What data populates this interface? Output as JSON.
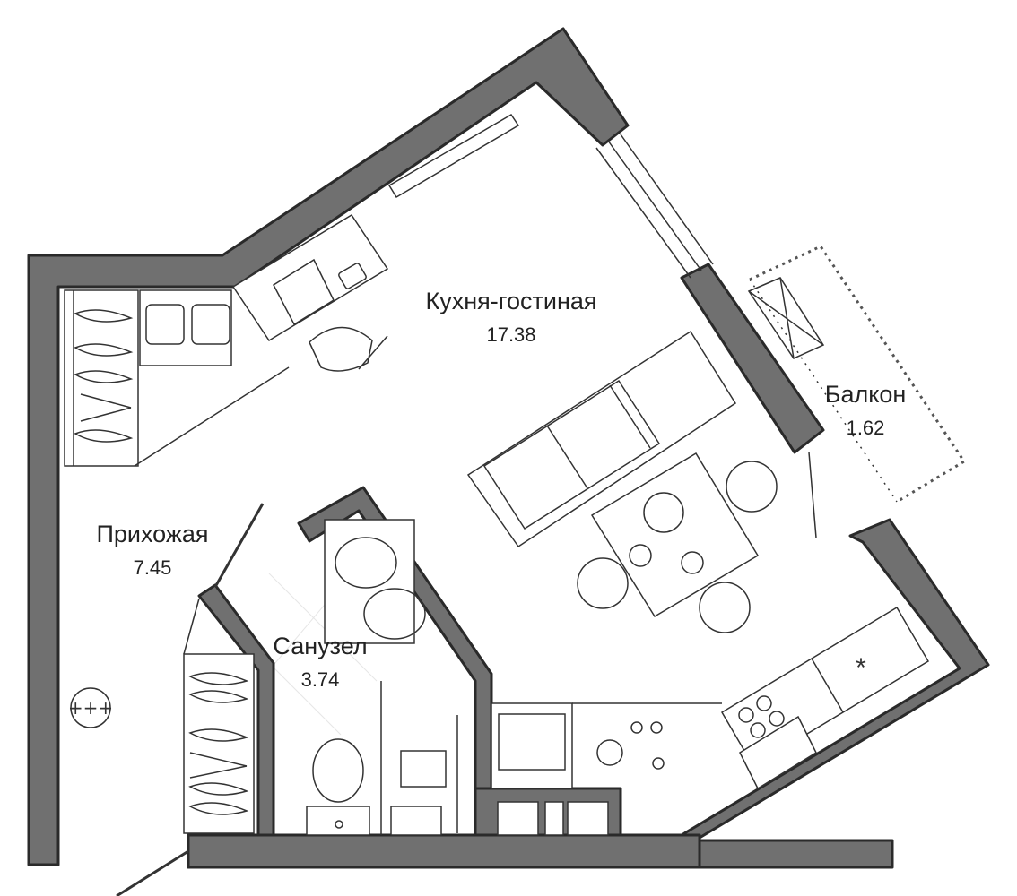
{
  "rooms": {
    "kitchen_living": {
      "name": "Кухня-гостиная",
      "area": "17.38"
    },
    "balcony": {
      "name": "Балкон",
      "area": "1.62"
    },
    "hallway": {
      "name": "Прихожая",
      "area": "7.45"
    },
    "bathroom": {
      "name": "Санузел",
      "area": "3.74"
    }
  },
  "colors": {
    "wall_fill": "#707070",
    "wall_outline": "#2a2a2a",
    "line": "#333333",
    "background": "#ffffff"
  },
  "icons": [
    "window-icon",
    "door-icon",
    "wardrobe-icon",
    "sofa-icon",
    "table-icon",
    "chair-icon",
    "desk-icon",
    "laptop-icon",
    "office-chair-icon",
    "sink-icon",
    "toilet-icon",
    "stove-icon",
    "fridge-icon",
    "washing-machine-icon",
    "electrical-panel-icon"
  ]
}
